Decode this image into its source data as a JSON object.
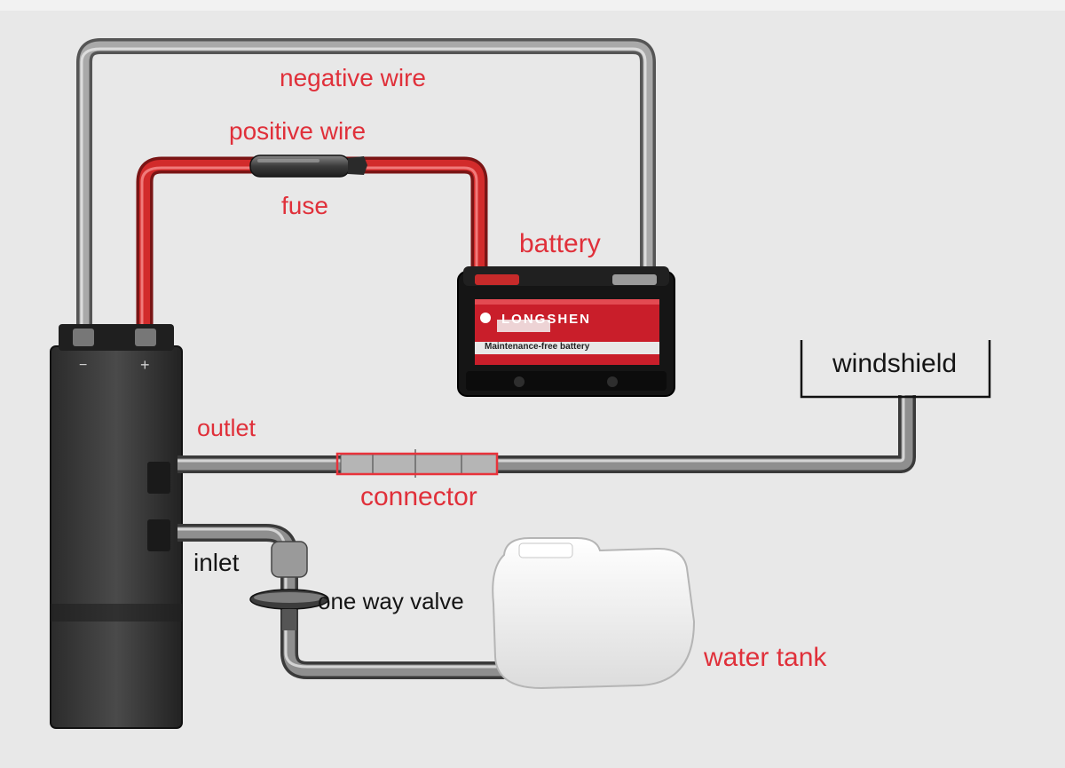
{
  "labels": {
    "negative_wire": "negative wire",
    "positive_wire": "positive wire",
    "fuse": "fuse",
    "battery": "battery",
    "windshield": "windshield",
    "outlet": "outlet",
    "connector": "connector",
    "inlet": "inlet",
    "one_way_valve": "one way valve",
    "water_tank": "water tank"
  },
  "battery_brand": "LONGSHEN",
  "battery_subtitle": "Maintenance-free battery",
  "unit_terminals": {
    "negative": "−",
    "positive": "+"
  },
  "colors": {
    "label_red": "#e0303a",
    "label_black": "#151515",
    "positive_wire": "#d22b2b",
    "negative_wire": "#8f8f8f",
    "connector_highlight": "#e8333b"
  }
}
